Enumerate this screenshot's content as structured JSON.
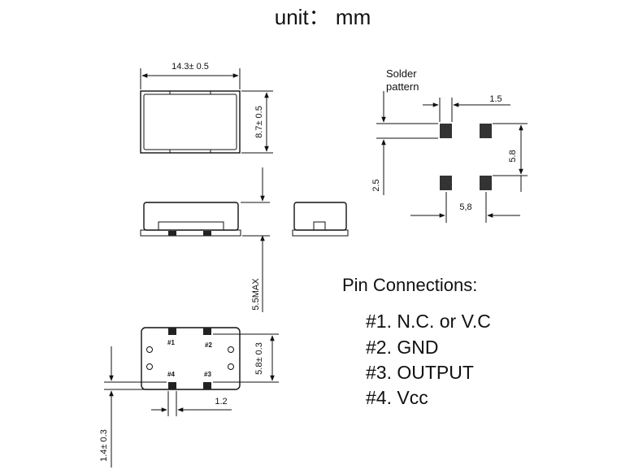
{
  "title": "unit： mm",
  "top_view": {
    "width_label": "14.3± 0.5",
    "height_label": "8.7± 0.5"
  },
  "side_view": {
    "height_label": "5.5MAX"
  },
  "bottom_view": {
    "pin1": "#1",
    "pin2": "#2",
    "pin3": "#3",
    "pin4": "#4",
    "pad_spacing_label": "5.8± 0.3",
    "pad_width_label": "1.2",
    "pad_length_label": "1.4± 0.3"
  },
  "solder_pattern": {
    "label_line1": "Solder",
    "label_line2": "pattern",
    "pad_width_label": "1.5",
    "vertical_spacing_label": "5.8",
    "horizontal_spacing_label": "5,8",
    "pad_height_label": "2.5"
  },
  "pin_connections": {
    "heading": "Pin Connections:",
    "items": [
      "#1. N.C. or V.C",
      "#2. GND",
      "#3. OUTPUT",
      "#4. Vcc"
    ]
  }
}
